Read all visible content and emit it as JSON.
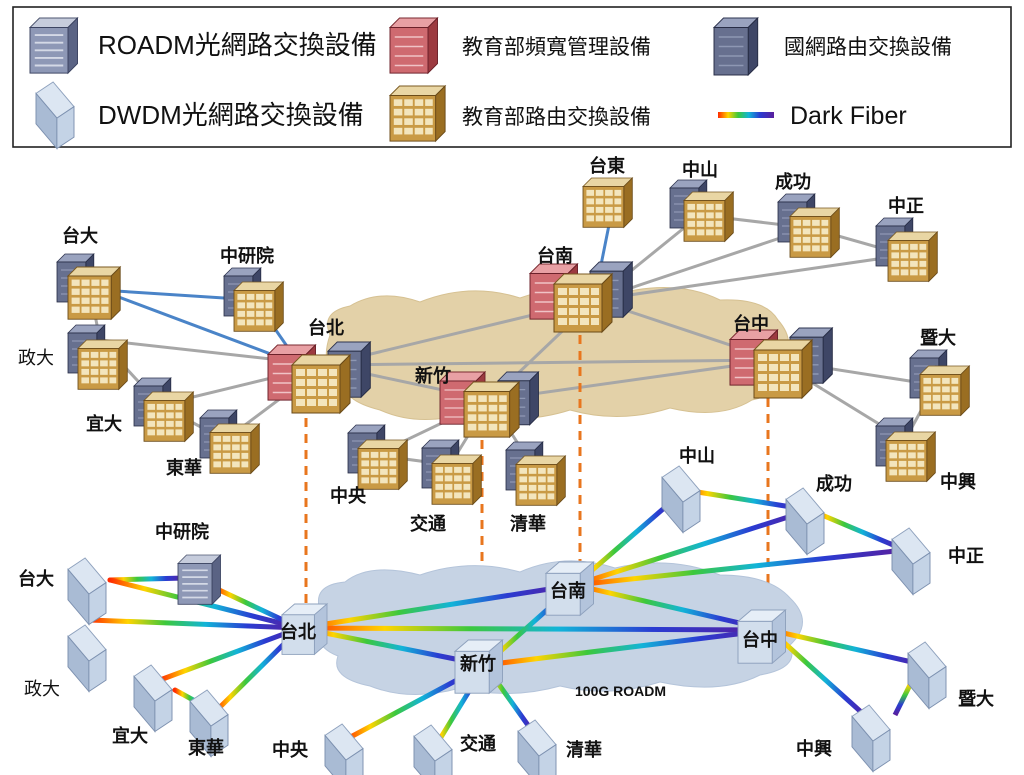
{
  "legend": {
    "roadm_sw": "ROADM光網路交換設備",
    "bw_mgmt": "教育部頻寬管理設備",
    "nat_router": "國網路由交換設備",
    "dwdm_sw": "DWDM光網路交換設備",
    "moe_router": "教育部路由交換設備",
    "dark_fiber": "Dark Fiber"
  },
  "upper": {
    "taitung": "台東",
    "zhongshan": "中山",
    "chenggong": "成功",
    "zhongzheng": "中正",
    "tainan": "台南",
    "ntu": "台大",
    "sinica": "中研院",
    "taipei": "台北",
    "taichung": "台中",
    "nccu": "政大",
    "jinan": "暨大",
    "hsinchu": "新竹",
    "ilan": "宜大",
    "dongua": "東華",
    "nchu": "中興",
    "ncu": "中央",
    "nctu": "交通",
    "nthu": "清華"
  },
  "lower": {
    "zhongshan": "中山",
    "chenggong": "成功",
    "zhongzheng": "中正",
    "sinica": "中研院",
    "ntu": "台大",
    "tainan": "台南",
    "taipei": "台北",
    "taichung": "台中",
    "hsinchu": "新竹",
    "nccu": "政大",
    "jinan": "暨大",
    "ilan": "宜大",
    "dongua": "東華",
    "nchu": "中興",
    "ncu": "中央",
    "nctu": "交通",
    "nthu": "清華",
    "roadm_note": "100G ROADM"
  }
}
